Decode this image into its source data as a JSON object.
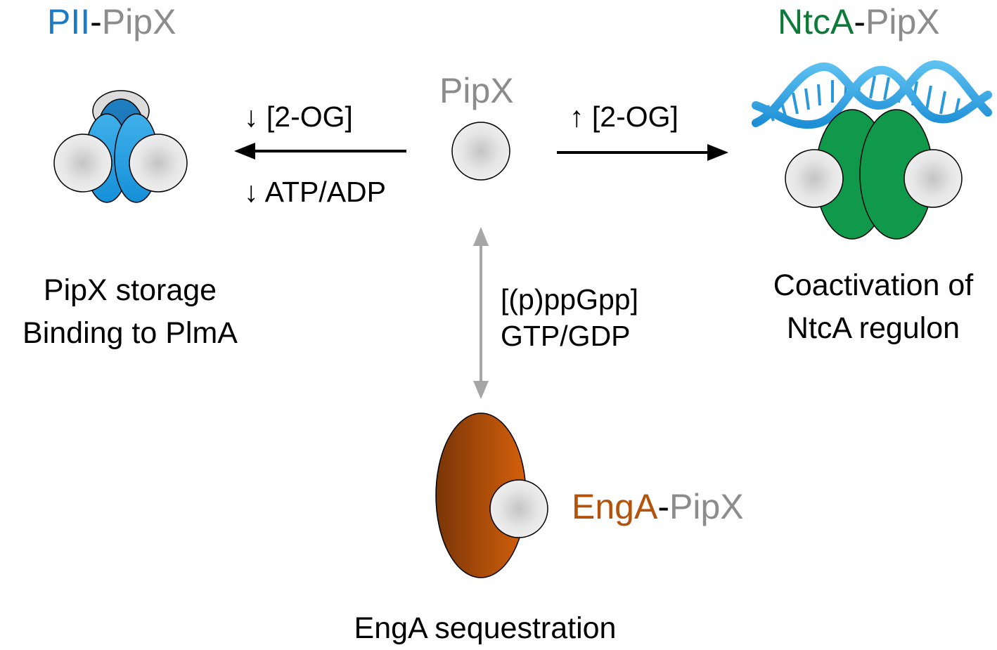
{
  "colors": {
    "pii_blue": "#1a7cc4",
    "pipx_gray": "#8c8c8c",
    "ntca_green": "#0d7a3a",
    "enga_brown": "#b5520a",
    "inhibit_arrow": "#000000",
    "engA_link": "#a6a6a6"
  },
  "center": {
    "label": "PipX"
  },
  "complexes": {
    "pii": {
      "part1": "PII",
      "sep": "-",
      "part2": "PipX"
    },
    "ntca": {
      "part1": "NtcA",
      "sep": "-",
      "part2": "PipX"
    },
    "enga": {
      "part1": "EngA",
      "sep": "-",
      "part2": "PipX"
    }
  },
  "conditions": {
    "left_top": "↓ [2-OG]",
    "left_bottom": "↓ ATP/ADP",
    "right_top": "↑ [2-OG]",
    "bottom_line1": "[(p)ppGpp]",
    "bottom_line2": "GTP/GDP"
  },
  "outcomes": {
    "left_line1": "PipX storage",
    "left_line2": "Binding to PlmA",
    "right_line1": "Coactivation of",
    "right_line2": "NtcA regulon",
    "bottom": "EngA sequestration"
  },
  "icons": [
    "pipx-sphere-icon",
    "pii-trimer-icon",
    "ntca-dimer-icon",
    "dna-helix-icon",
    "enga-ellipsoid-icon"
  ]
}
